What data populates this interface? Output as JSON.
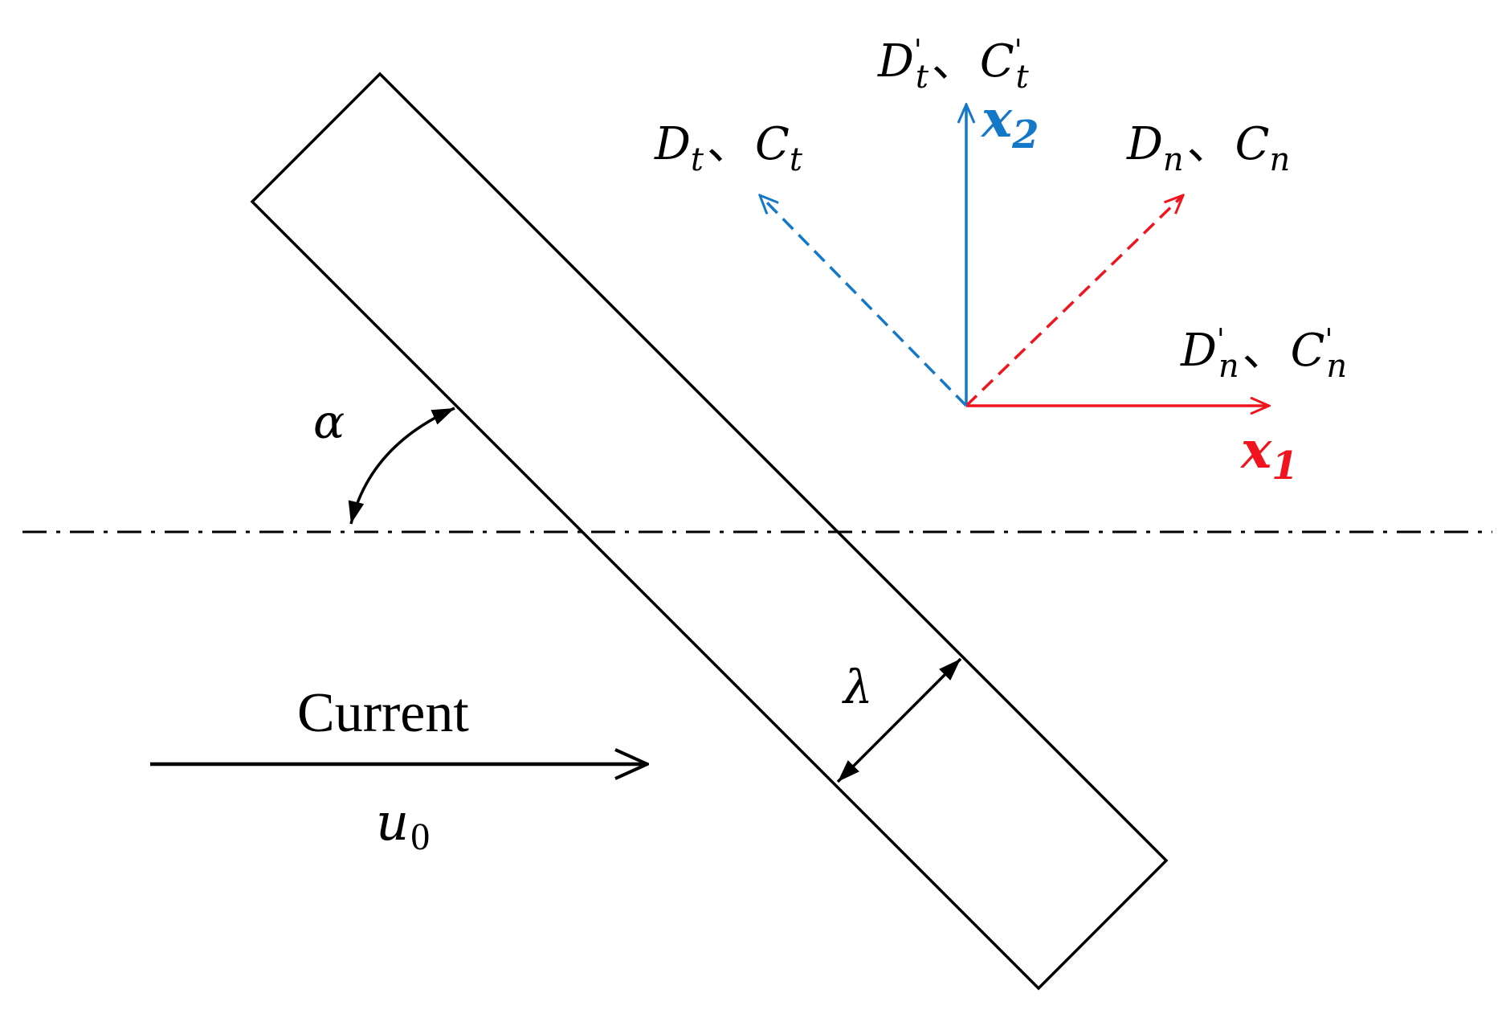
{
  "colors": {
    "ink": "#000000",
    "axis_x1": "#f0141e",
    "axis_x2": "#1478c8",
    "background": "#ffffff"
  },
  "labels": {
    "current": "Current",
    "velocity": {
      "base": "u",
      "sub": "0"
    },
    "angle": "α",
    "width": "λ",
    "axis_x1": {
      "base": "x",
      "sub": "1"
    },
    "axis_x2": {
      "base": "x",
      "sub": "2"
    },
    "sep": "、",
    "prime": "'",
    "tangential_dashed": {
      "d": "D",
      "c": "C",
      "sub": "t"
    },
    "normal_dashed": {
      "d": "D",
      "c": "C",
      "sub": "n"
    },
    "tangential_solid": {
      "d": "D",
      "c": "C",
      "sub": "t"
    },
    "normal_solid": {
      "d": "D",
      "c": "C",
      "sub": "n"
    }
  }
}
